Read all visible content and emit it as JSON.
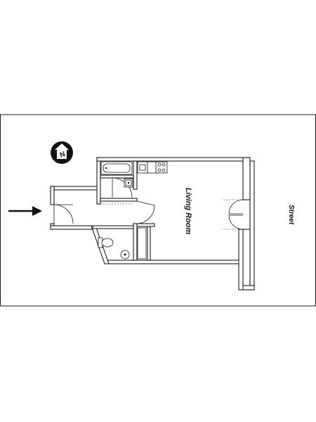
{
  "labels": {
    "living_room": "Living Room",
    "street": "Street"
  },
  "compass": {
    "letter": "N",
    "icon": "north-compass-icon"
  },
  "entrance": {
    "icon": "entrance-arrow-icon"
  },
  "colors": {
    "line": "#1a1a1a",
    "wall_fill": "#d9d9d9",
    "background": "#ffffff"
  }
}
